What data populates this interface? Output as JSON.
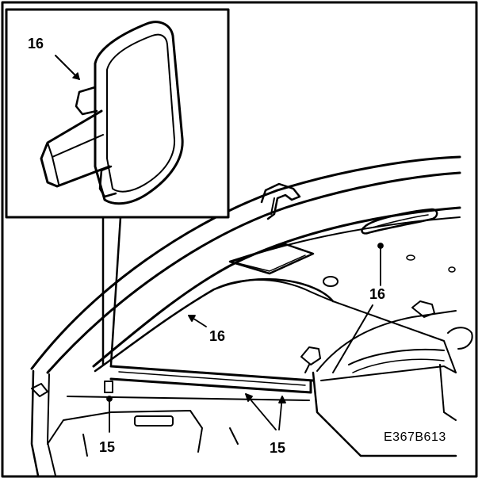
{
  "callouts": {
    "inset_part": "16",
    "roof_part": "16",
    "pillar_part": "16",
    "left_rail": "15",
    "right_rail": "15"
  },
  "figure_id": "E367B613",
  "colors": {
    "ink": "#000000",
    "paper": "#ffffff"
  }
}
